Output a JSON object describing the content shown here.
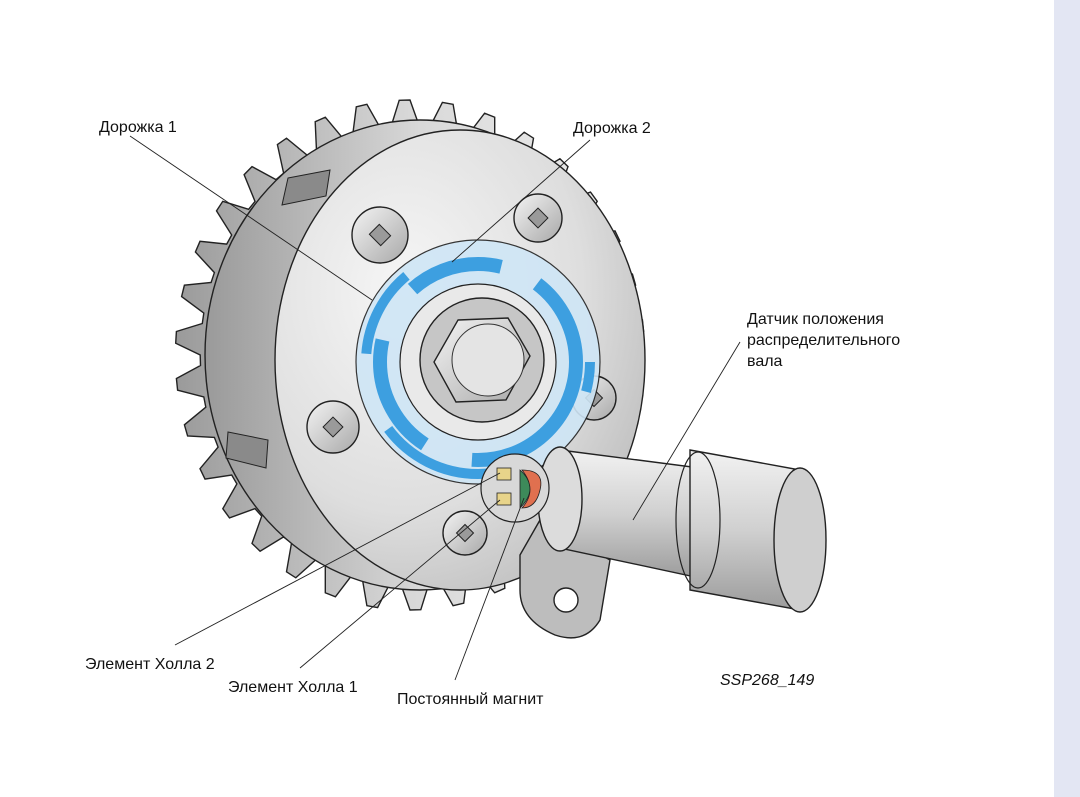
{
  "labels": {
    "track1": "Дорожка 1",
    "track2": "Дорожка 2",
    "sensor_line1": "Датчик положения",
    "sensor_line2": "распределительного",
    "sensor_line3": "вала",
    "hall2": "Элемент Холла 2",
    "hall1": "Элемент Холла 1",
    "magnet": "Постоянный магнит",
    "figure_code": "SSP268_149"
  },
  "colors": {
    "track_blue": "#3d9fe0",
    "track_light": "#cfe6f6",
    "metal_light": "#eeeeee",
    "metal_mid": "#cfcfcf",
    "metal_dark": "#8a8a8a",
    "outline": "#222222",
    "hall_yellow": "#e8d48a",
    "magnet_green": "#3d8a5a",
    "magnet_red": "#e0704f",
    "side_strip": "#e3e6f3"
  },
  "icons": [
    "sprocket",
    "torx-bolt",
    "hex-bolt",
    "camshaft-sensor",
    "hall-element",
    "permanent-magnet"
  ]
}
